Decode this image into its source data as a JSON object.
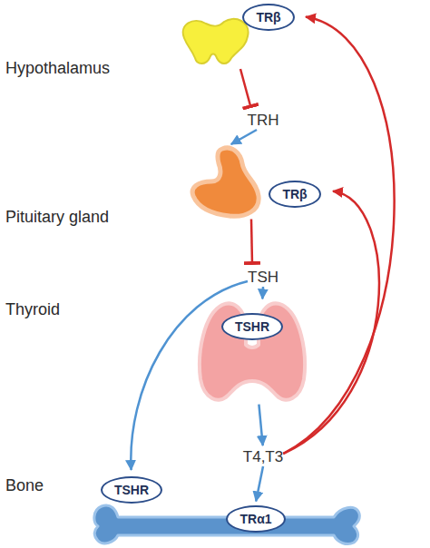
{
  "diagram": {
    "nodes": [
      {
        "text": [
          "TRβ"
        ]
      },
      {
        "text": [
          "TRH"
        ]
      },
      {
        "text": [
          "TRβ"
        ]
      },
      {
        "text": [
          "TSH"
        ]
      },
      {
        "text": [
          "TSHR"
        ]
      },
      {
        "text": [
          "T4,T3"
        ]
      },
      {
        "text": [
          "TSHR",
          "TRα1"
        ]
      }
    ],
    "edges": [
      {
        "from": 0,
        "to": 1,
        "arrow": "to"
      },
      {
        "from": 1,
        "to": 2,
        "arrow": "to"
      },
      {
        "from": 2,
        "to": 3,
        "arrow": "to"
      },
      {
        "from": 3,
        "to": 4,
        "arrow": "to"
      },
      {
        "from": 3,
        "to": 6,
        "arrow": "to"
      },
      {
        "from": 4,
        "to": 5,
        "arrow": "to"
      },
      {
        "from": 5,
        "to": 6,
        "arrow": "to"
      },
      {
        "from": 5,
        "to": 0,
        "arrow": "to"
      },
      {
        "from": 5,
        "to": 2,
        "arrow": "to"
      }
    ],
    "labels": [
      "Hypothalamus",
      "Pituitary gland",
      "Thyroid",
      "Bone"
    ]
  }
}
